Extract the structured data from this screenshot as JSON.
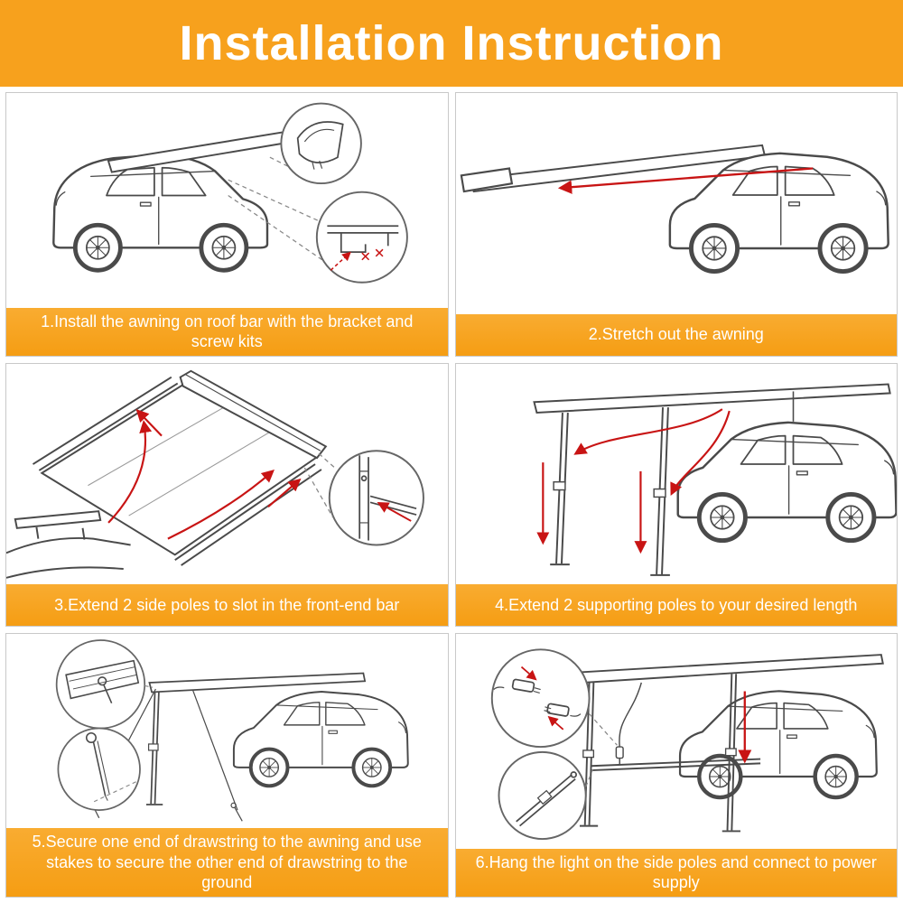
{
  "header": {
    "title": "Installation Instruction"
  },
  "colors": {
    "header-bg": "#f7a11d",
    "caption-top": "#f9ac31",
    "caption-bottom": "#f59d13",
    "caption-text": "#ffffff",
    "line": "#4a4a4a",
    "arrow": "#c81414",
    "panel-border": "#c9c9c9"
  },
  "steps": [
    {
      "caption": "1.Install the awning on roof bar with the bracket and screw kits"
    },
    {
      "caption": "2.Stretch out the awning"
    },
    {
      "caption": "3.Extend 2 side poles to slot in the front-end bar"
    },
    {
      "caption": "4.Extend 2 supporting poles to your desired length"
    },
    {
      "caption": "5.Secure one end of drawstring to the awning and use stakes to secure the other end of drawstring to the ground"
    },
    {
      "caption": "6.Hang the light on the side poles and connect to power supply"
    }
  ]
}
